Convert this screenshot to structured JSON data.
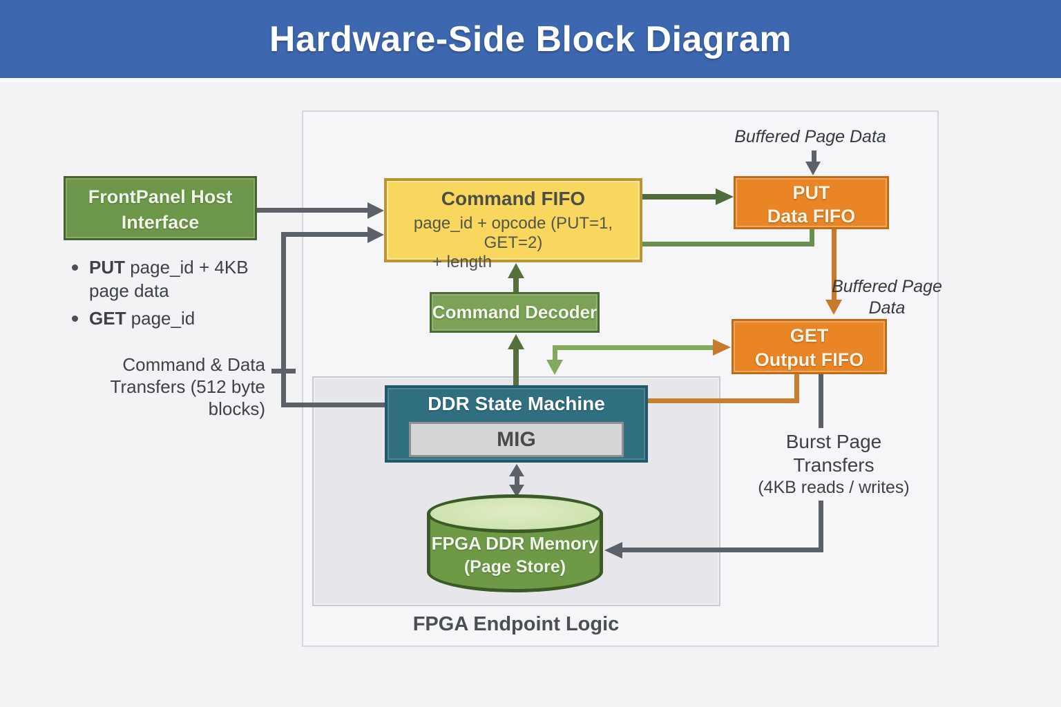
{
  "header": {
    "title": "Hardware-Side Block Diagram"
  },
  "blocks": {
    "frontpanel": {
      "line1": "FrontPanel Host",
      "line2": "Interface"
    },
    "command_fifo": {
      "title": "Command FIFO",
      "sub_line1": "page_id + opcode (PUT=1, GET=2)",
      "sub_line2": "+ length"
    },
    "command_decoder": {
      "label": "Command Decoder"
    },
    "ddr_state_machine": {
      "title": "DDR State Machine",
      "mig_label": "MIG"
    },
    "put_data_fifo": {
      "line1": "PUT",
      "line2": "Data FIFO"
    },
    "get_output_fifo": {
      "line1": "GET",
      "line2": "Output FIFO"
    },
    "fpga_ddr_memory": {
      "line1": "FPGA DDR Memory",
      "line2": "(Page Store)"
    }
  },
  "bullets": [
    {
      "keyword": "PUT",
      "rest": " page_id + 4KB page data"
    },
    {
      "keyword": "GET",
      "rest": " page_id"
    }
  ],
  "labels": {
    "buffered_page_data_top": "Buffered Page Data",
    "buffered_page_data_mid_line1": "Buffered Page",
    "buffered_page_data_mid_line2": "Data",
    "burst_line1": "Burst Page Transfers",
    "burst_line2": "(4KB reads / writes)",
    "cmd_transfers_line1": "Command & Data",
    "cmd_transfers_line2": "Transfers (512 byte",
    "cmd_transfers_line3": "blocks)",
    "fpga_endpoint_logic": "FPGA Endpoint Logic"
  },
  "colors": {
    "header_bg": "#3d67af",
    "green_block": "#6d9849",
    "decoder_green": "#7ba257",
    "yellow_block": "#f9d75f",
    "orange_block": "#e98524",
    "teal_block": "#306f80",
    "cylinder_green": "#6e9a48",
    "gray_arrow": "#5b6069",
    "dark_green_arrow": "#55703d",
    "mid_green_line": "#6b8f4f",
    "light_green_line": "#83aa5c",
    "orange_line": "#c8802f"
  }
}
